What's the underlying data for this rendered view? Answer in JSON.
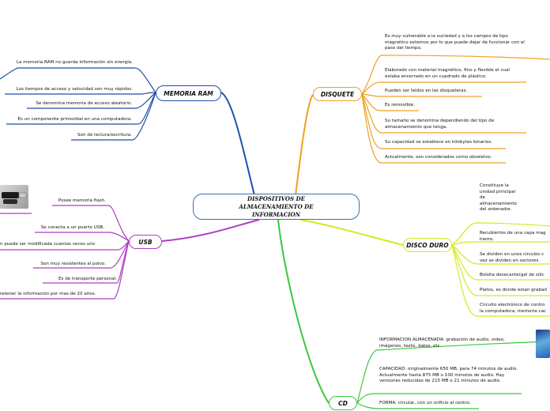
{
  "center": {
    "title": "DISPOSITIVOS DE ALMACENAMIENTO DE INFORMACION"
  },
  "branches": {
    "memoria_ram": {
      "label": "MEMORIA RAM",
      "items": [
        "La memoria RAM no guarda información sin energía.",
        "Los tiempos de acceso y velocidad son muy rápidos.",
        "Se denomina memoria de acceso aleatorio.",
        "Es un componente primordial en una computadora.",
        "Son de lectura/escritura."
      ]
    },
    "usb": {
      "label": "USB",
      "items": [
        "Posee memoria flash.",
        "Se conecta a un puerto USB.",
        "n puede ser modificada cuantas veces uno",
        "Son muy resistentes al polvo.",
        "Es de transporte personal.",
        "retener la información por mas de 20 años."
      ]
    },
    "disquete": {
      "label": "DISQUETE",
      "items": [
        "Es muy vulnerable a la suciedad y a los campos de tipo magnético externos por lo que puede dejar de funcionar con el paso del tiempo.",
        "Elaborado con material magnético, fino y flexible el cual estaba encerrado en un cuadrado de plástico.",
        "Pueden ser leídos en las disqueteras.",
        "Es removible.",
        "Su tamaño se denomina dependiendo del tipo de almacenamiento que tenga.",
        "Su capacidad se establece en kilobytes binarios.",
        "Actualmente, son considerados como obsoletos."
      ]
    },
    "disco_duro": {
      "label": "DISCO DURO",
      "items": [
        "Constituye la unidad principal de almacenamiento del ordenador.",
        "Recubiertos de una capa mag hierro.",
        "Se dividen en unos circulos c vez se dividen en sectores.",
        "Bolsita desecante(gel de silic",
        "Platos, es donde estan grabad",
        "Circuito electrónico de contro la computadora, memoria cac"
      ]
    },
    "cd": {
      "label": "CD",
      "items": [
        "INFORMACION ALMACENADA: grabación de audio, video, imágenes, texto, datos, etc.",
        "CAPACIDAD: originalmente 650 MB, para 74 minutos de audio. Actualmente hasta 875 MB o 100 minutos de audio. Hay versiones reducidas de 215 MB o 21 minutos de audio.",
        "FORMA: circular, con un orificio al centro."
      ]
    }
  },
  "colors": {
    "memoria_ram": "#1f4fa8",
    "usb": "#b03cc8",
    "disquete": "#f0a020",
    "disco_duro": "#d8e820",
    "cd": "#3cc83c"
  }
}
